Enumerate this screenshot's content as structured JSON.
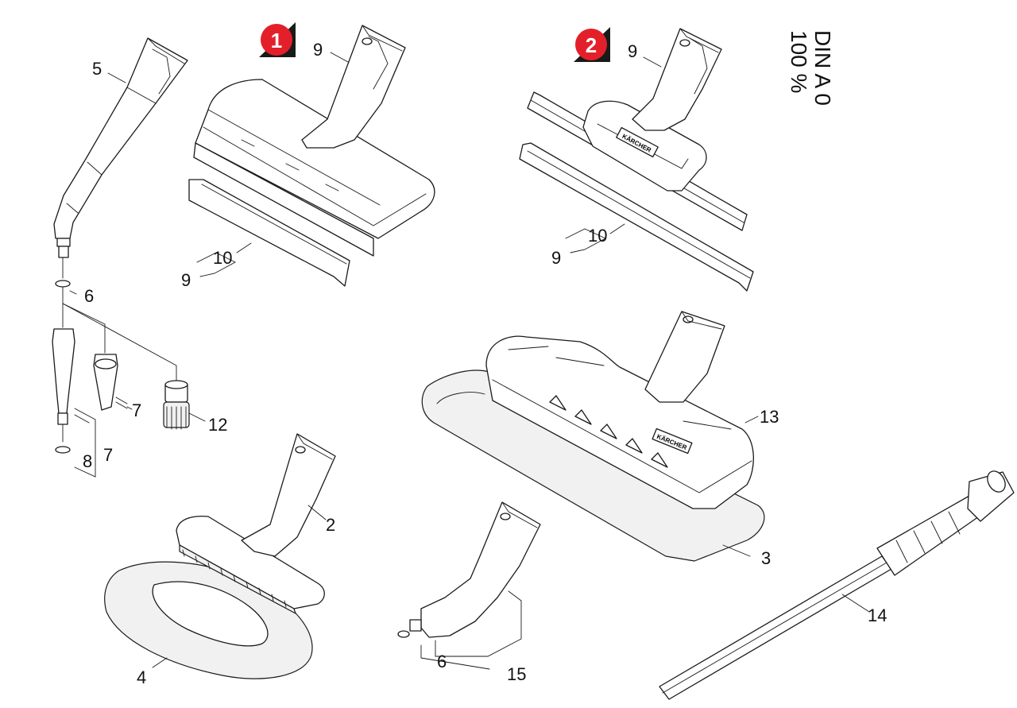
{
  "sheet": {
    "format_line1": "DIN A 0",
    "format_line2": "100 %"
  },
  "badges": [
    {
      "number": "1",
      "color": "#e3202a"
    },
    {
      "number": "2",
      "color": "#e3202a"
    }
  ],
  "brand_marking": "KÄRCHER",
  "callouts": [
    {
      "id": "c5",
      "text": "5"
    },
    {
      "id": "c9a",
      "text": "9"
    },
    {
      "id": "c10a",
      "text": "10"
    },
    {
      "id": "c9b",
      "text": "9"
    },
    {
      "id": "c9c",
      "text": "9"
    },
    {
      "id": "c10b",
      "text": "10"
    },
    {
      "id": "c9d",
      "text": "9"
    },
    {
      "id": "c6a",
      "text": "6"
    },
    {
      "id": "c7a",
      "text": "7"
    },
    {
      "id": "c12",
      "text": "12"
    },
    {
      "id": "c7b",
      "text": "7"
    },
    {
      "id": "c8",
      "text": "8"
    },
    {
      "id": "c13",
      "text": "13"
    },
    {
      "id": "c2",
      "text": "2"
    },
    {
      "id": "c3",
      "text": "3"
    },
    {
      "id": "c4",
      "text": "4"
    },
    {
      "id": "c6b",
      "text": "6"
    },
    {
      "id": "c15",
      "text": "15"
    },
    {
      "id": "c14",
      "text": "14"
    }
  ]
}
